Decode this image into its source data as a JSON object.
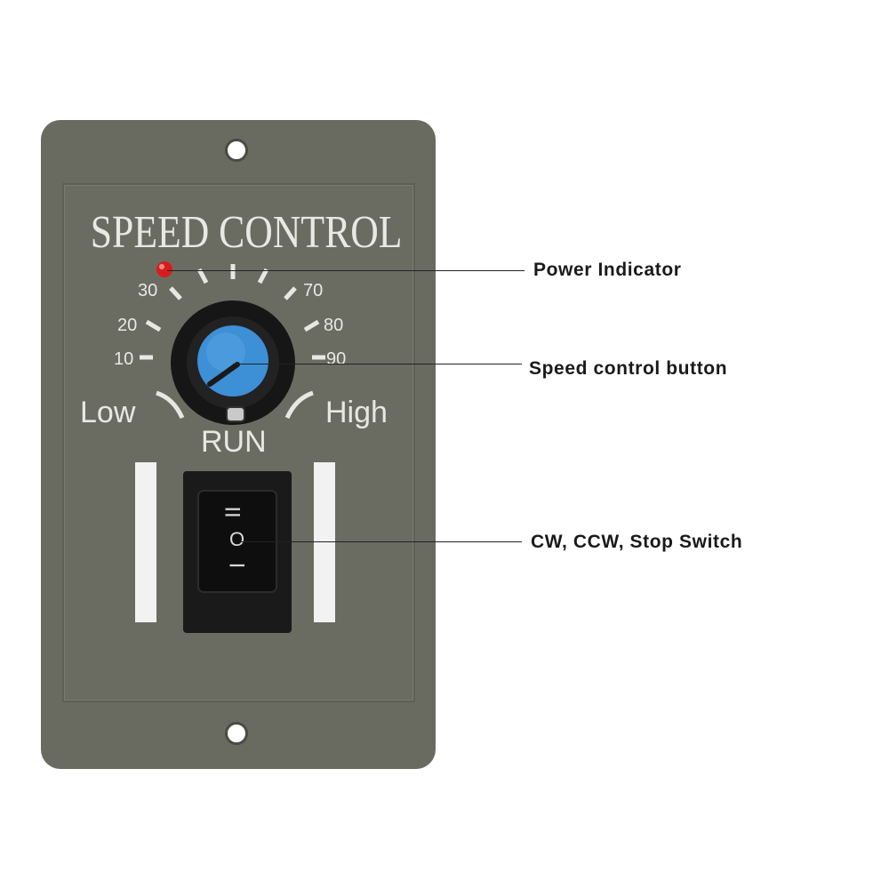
{
  "title": "SPEED CONTROL",
  "scale": {
    "left_numbers": [
      "30",
      "20",
      "10"
    ],
    "right_numbers": [
      "70",
      "80",
      "90"
    ],
    "low_label": "Low",
    "high_label": "High",
    "run_label": "RUN"
  },
  "switch_symbols": {
    "top": "II",
    "middle": "O",
    "bottom": "I"
  },
  "callouts": {
    "power_indicator": "Power Indicator",
    "speed_control": "Speed control button",
    "switch": "CW, CCW, Stop Switch"
  },
  "colors": {
    "panel": "#6a6b60",
    "knob": "#3d8fd6",
    "led": "#d81c1c",
    "text": "#e8e8e3"
  }
}
